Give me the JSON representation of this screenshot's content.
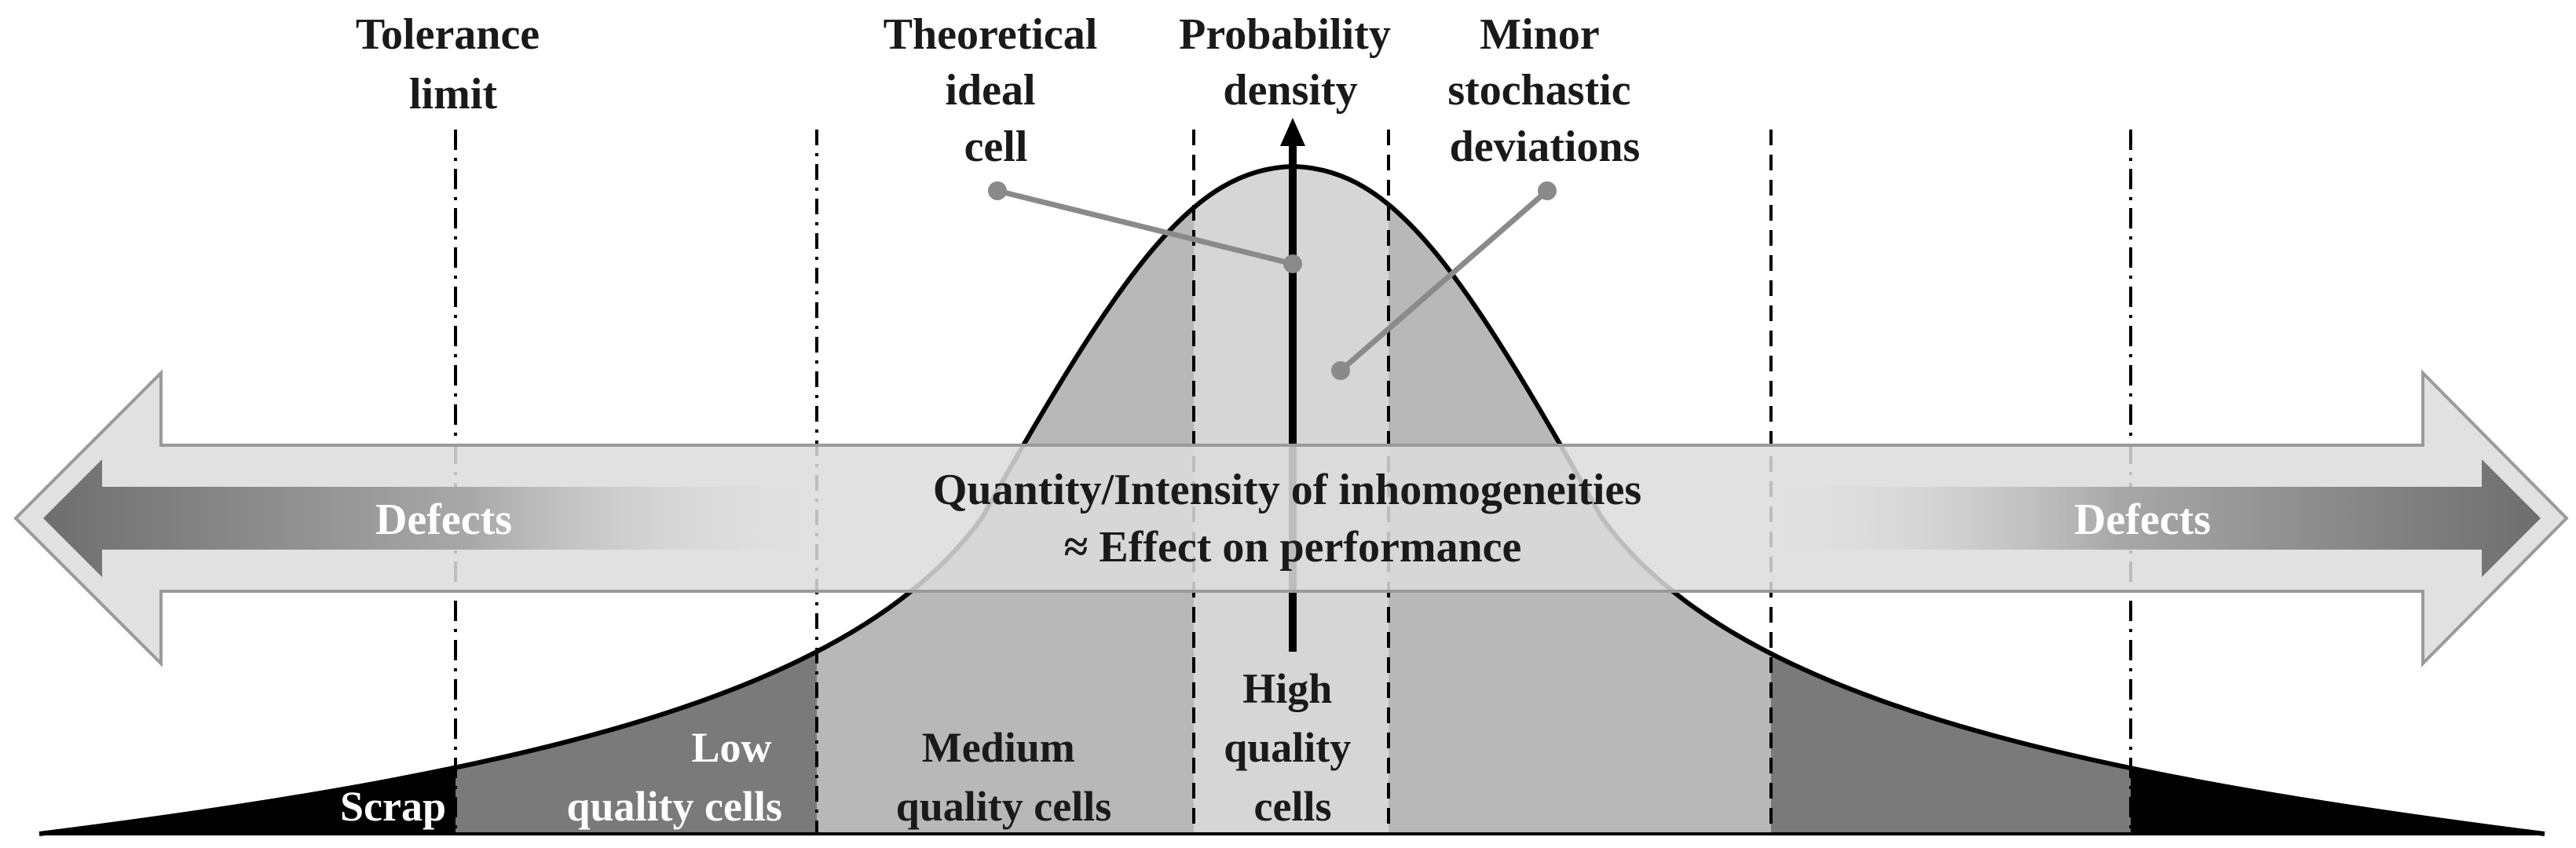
{
  "labels": {
    "tolerance_limit": [
      "Tolerance",
      "limit"
    ],
    "theoretical_ideal_cell": [
      "Theoretical",
      "ideal",
      "cell"
    ],
    "probability_density": [
      "Probability",
      "density"
    ],
    "minor_stochastic_deviations": [
      "Minor",
      "stochastic",
      "deviations"
    ],
    "arrow_title": [
      "Quantity/Intensity of inhomogeneities",
      "≈ Effect on performance"
    ],
    "defects_left": "Defects",
    "defects_right": "Defects",
    "scrap": "Scrap",
    "low_quality": [
      "Low",
      "quality cells"
    ],
    "medium_quality": [
      "Medium",
      "quality cells"
    ],
    "high_quality": [
      "High",
      "quality",
      "cells"
    ]
  },
  "colors": {
    "scrap_fill": "#000000",
    "low_quality_fill": "#7a7a7a",
    "medium_quality_fill": "#b8b8b8",
    "high_quality_fill": "#d6d6d6",
    "arrow_fill": "#dcdcdc",
    "arrow_stroke": "#9a9a9a",
    "pointer_color": "#8a8a8a"
  }
}
